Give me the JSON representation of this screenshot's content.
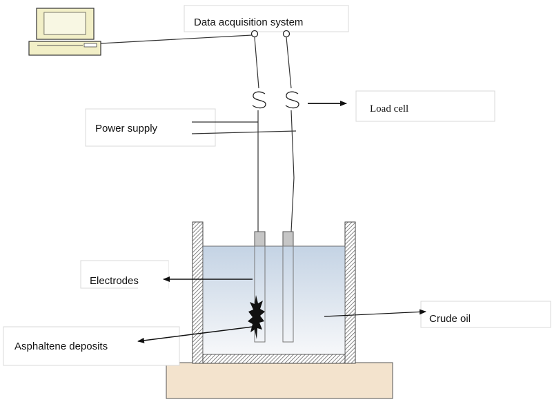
{
  "labels": {
    "data_acquisition": "Data acquisition system",
    "load_cell": "Load cell",
    "power_supply": "Power supply",
    "electrodes": "Electrodes",
    "crude_oil": "Crude oil",
    "asphaltene": "Asphaltene deposits"
  },
  "colors": {
    "oil_top": "#c4d3e4",
    "oil_bottom": "#f7f8fa",
    "base": "#f3e3cd",
    "electrode": "#c6c6c6",
    "wall_hatch": "#666666",
    "line": "#222222",
    "deposit": "#111111",
    "computer_body": "#f2efc7"
  },
  "icons": {
    "computer": "computer-icon"
  }
}
